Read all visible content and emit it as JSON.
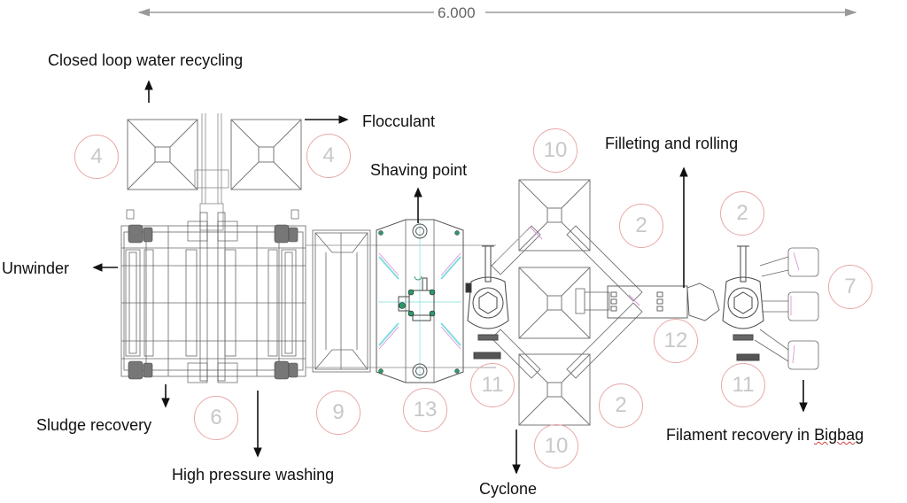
{
  "dimension": {
    "value": "6.000",
    "color": "#888888"
  },
  "labels": {
    "closed_loop": "Closed loop water recycling",
    "flocculant": "Flocculant",
    "shaving_point": "Shaving point",
    "filleting": "Filleting and rolling",
    "unwinder": "Unwinder",
    "sludge": "Sludge recovery",
    "high_pressure": "High pressure washing",
    "cyclone": "Cyclone",
    "filament_prefix": "Filament recovery in ",
    "filament_word": "Bigbag"
  },
  "station_numbers": {
    "n4a": "4",
    "n4b": "4",
    "n10a": "10",
    "n2a": "2",
    "n2b": "2",
    "n7": "7",
    "n12": "12",
    "n6": "6",
    "n9": "9",
    "n13": "13",
    "n11a": "11",
    "n11b": "11",
    "n2c": "2",
    "n10b": "10"
  },
  "colors": {
    "circle": "#e8a8a8",
    "line": "#555555",
    "accent_cyan": "#7fdede",
    "accent_magenta": "#d98ad9",
    "accent_green": "#2a9a6a"
  }
}
